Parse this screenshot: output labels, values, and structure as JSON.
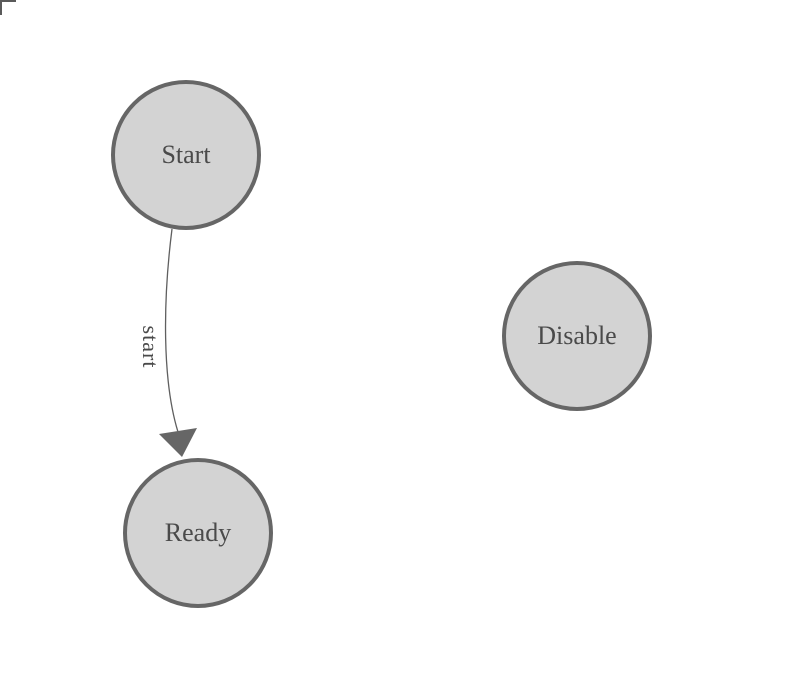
{
  "canvas": {
    "background": "#ffffff",
    "has_corner_marker": true
  },
  "diagram": {
    "nodes": [
      {
        "id": "start",
        "label": "Start"
      },
      {
        "id": "ready",
        "label": "Ready"
      },
      {
        "id": "disable",
        "label": "Disable"
      }
    ],
    "edges": [
      {
        "from": "Start",
        "to": "Ready",
        "label": "start",
        "arrowhead": "filled-triangle-down"
      }
    ],
    "colors": {
      "node_fill": "#d3d3d3",
      "node_stroke": "#666666",
      "edge_stroke": "#5f5f5f",
      "arrowhead_fill": "#666666",
      "label_text": "#4a4a4a",
      "background": "#ffffff"
    }
  }
}
